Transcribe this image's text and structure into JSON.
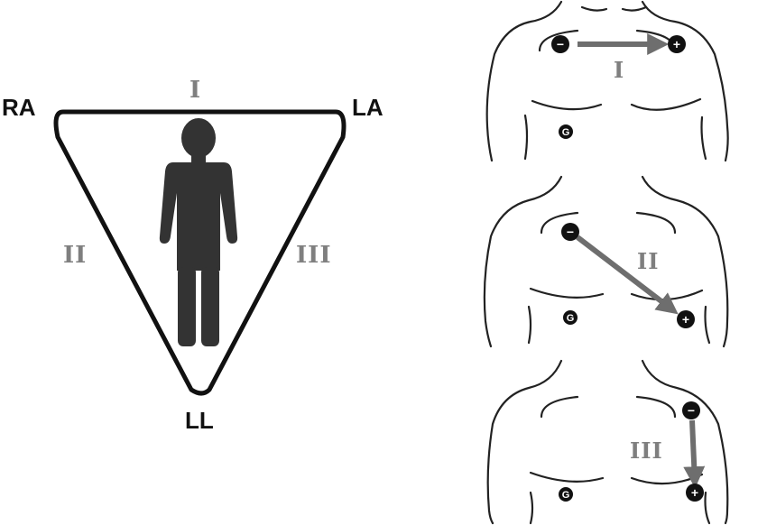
{
  "triangle": {
    "corners": {
      "ra": "RA",
      "la": "LA",
      "ll": "LL"
    },
    "leads": {
      "i": "I",
      "ii": "II",
      "iii": "III"
    }
  },
  "panels": [
    {
      "lead": "I",
      "negative": "−",
      "positive": "+",
      "ground": "G"
    },
    {
      "lead": "II",
      "negative": "−",
      "positive": "+",
      "ground": "G"
    },
    {
      "lead": "III",
      "negative": "−",
      "positive": "+",
      "ground": "G"
    }
  ],
  "colors": {
    "outline": "#111111",
    "figure": "#333333",
    "lead_label": "#7f7f7f",
    "arrow": "#6e6e6e",
    "electrode": "#111111"
  }
}
